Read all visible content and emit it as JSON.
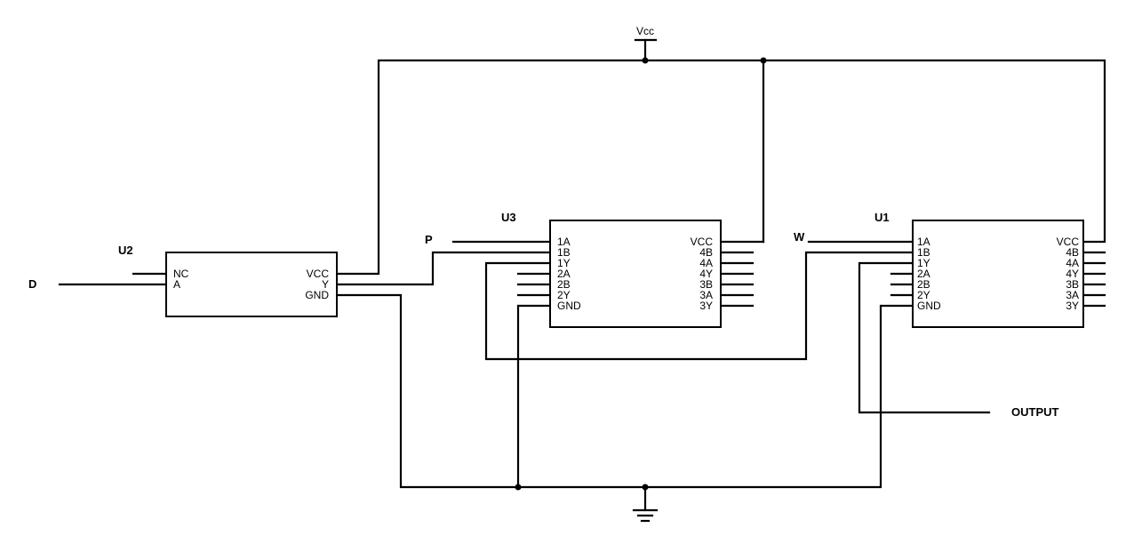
{
  "power": {
    "vcc_label": "Vcc"
  },
  "nets": {
    "d": "D",
    "p": "P",
    "w": "W",
    "output": "OUTPUT"
  },
  "u2": {
    "ref": "U2",
    "left_pins": [
      "NC",
      "A"
    ],
    "right_pins": [
      "VCC",
      "Y",
      "GND"
    ]
  },
  "u3": {
    "ref": "U3",
    "left_pins": [
      "1A",
      "1B",
      "1Y",
      "2A",
      "2B",
      "2Y",
      "GND"
    ],
    "right_pins": [
      "VCC",
      "4B",
      "4A",
      "4Y",
      "3B",
      "3A",
      "3Y"
    ]
  },
  "u1": {
    "ref": "U1",
    "left_pins": [
      "1A",
      "1B",
      "1Y",
      "2A",
      "2B",
      "2Y",
      "GND"
    ],
    "right_pins": [
      "VCC",
      "4B",
      "4A",
      "4Y",
      "3B",
      "3A",
      "3Y"
    ]
  }
}
